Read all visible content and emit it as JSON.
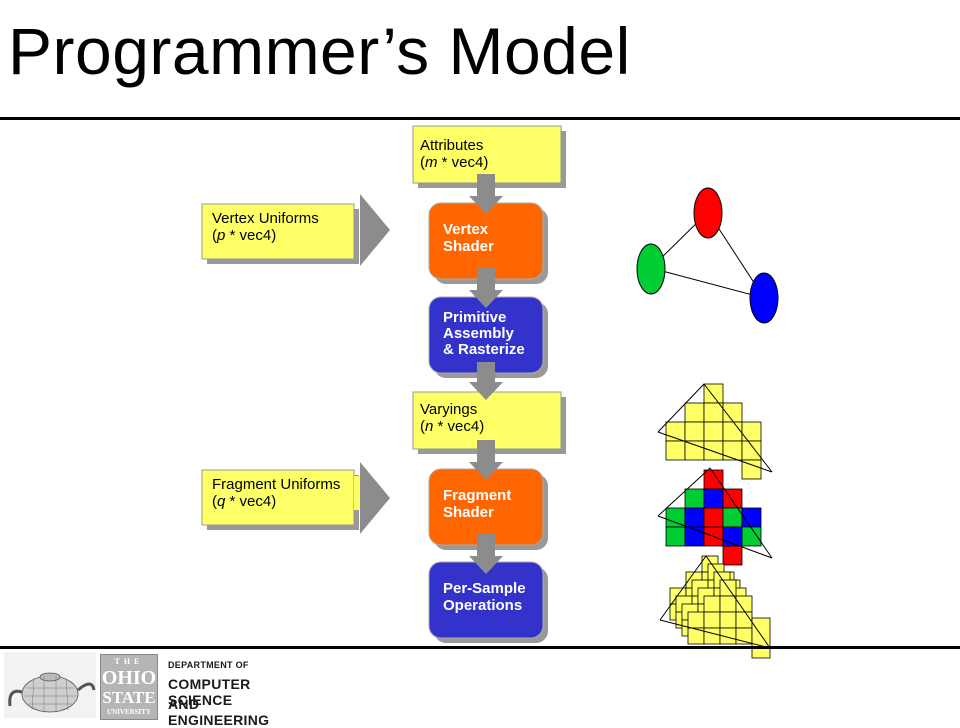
{
  "slide": {
    "title": "Programmer’s Model"
  },
  "pipeline": {
    "attributes": {
      "line1": "Attributes",
      "line2_var": "m",
      "line2_rest": " * vec4)"
    },
    "vertex_shader": {
      "line1": "Vertex",
      "line2": "Shader"
    },
    "primitive_assembly": {
      "line1": "Primitive",
      "line2": "Assembly",
      "line3": "& Rasterize"
    },
    "varyings": {
      "line1": "Varyings",
      "line2_var": "n",
      "line2_rest": " * vec4)"
    },
    "fragment_shader": {
      "line1": "Fragment",
      "line2": "Shader"
    },
    "per_sample": {
      "line1": "Per-Sample",
      "line2": "Operations"
    }
  },
  "uniforms": {
    "vertex": {
      "line1": "Vertex Uniforms",
      "line2_var": "p",
      "line2_rest": " * vec4)"
    },
    "fragment": {
      "line1": "Fragment Uniforms",
      "line2_var": "q",
      "line2_rest": " * vec4)"
    }
  },
  "footer": {
    "osu_line1": "THE",
    "osu_line2": "OHIO",
    "osu_line3": "STATE",
    "osu_line4": "UNIVERSITY",
    "dept_line1": "DEPARTMENT OF",
    "dept_line2": "COMPUTER SCIENCE",
    "dept_line3": "AND ENGINEERING"
  },
  "colors": {
    "yellow_box": "#ffff66",
    "orange_box": "#ff6600",
    "blue_box": "#3333cc",
    "arrow_gray": "#8c8c8c",
    "vertex_red": "#ff0000",
    "vertex_green": "#00cc33",
    "vertex_blue": "#0000ff"
  }
}
